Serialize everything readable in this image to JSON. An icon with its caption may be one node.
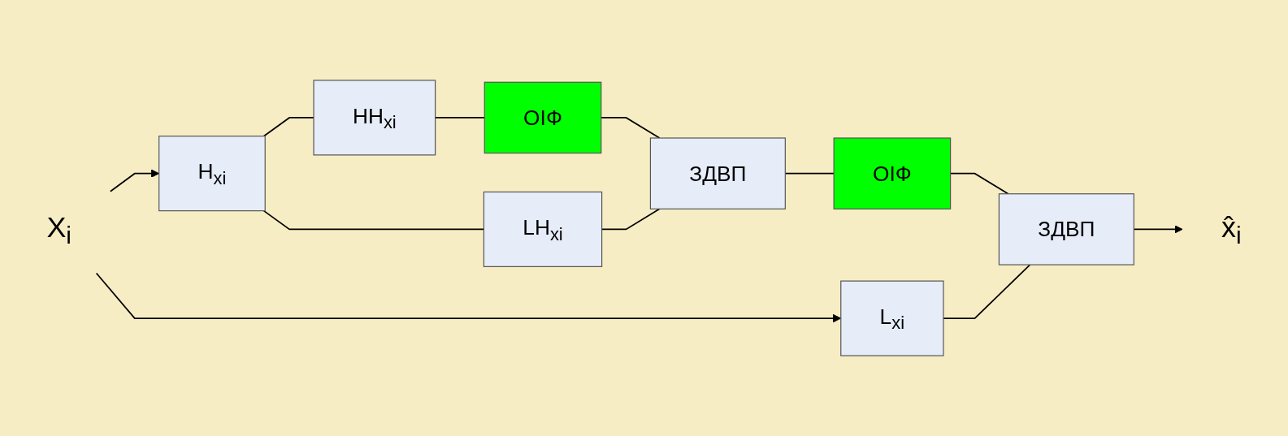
{
  "diagram": {
    "nodes": [
      {
        "text": [
          "X$_{i}$"
        ]
      },
      {
        "text": [
          "H$_{xi}$"
        ]
      },
      {
        "text": [
          "HH$_{xi}$"
        ]
      },
      {
        "text": [
          "ОIФ"
        ]
      },
      {
        "text": [
          "LH$_{xi}$"
        ]
      },
      {
        "text": [
          "ЗДВП"
        ]
      },
      {
        "text": [
          "ОIФ"
        ]
      },
      {
        "text": [
          "L$_{xi}$"
        ]
      },
      {
        "text": [
          "ЗДВП"
        ]
      },
      {
        "text": [
          "x̂$_{i}$"
        ]
      }
    ],
    "edges": [
      {
        "from": 0,
        "to": 1,
        "arrow": "to"
      },
      {
        "from": 0,
        "to": 7,
        "arrow": "to"
      },
      {
        "from": 1,
        "to": 2,
        "arrow": "none"
      },
      {
        "from": 1,
        "to": 4,
        "arrow": "none"
      },
      {
        "from": 2,
        "to": 3,
        "arrow": "none"
      },
      {
        "from": 3,
        "to": 5,
        "arrow": "none"
      },
      {
        "from": 4,
        "to": 5,
        "arrow": "none"
      },
      {
        "from": 5,
        "to": 6,
        "arrow": "none"
      },
      {
        "from": 6,
        "to": 8,
        "arrow": "none"
      },
      {
        "from": 7,
        "to": 8,
        "arrow": "none"
      },
      {
        "from": 8,
        "to": 9,
        "arrow": "to"
      }
    ]
  }
}
